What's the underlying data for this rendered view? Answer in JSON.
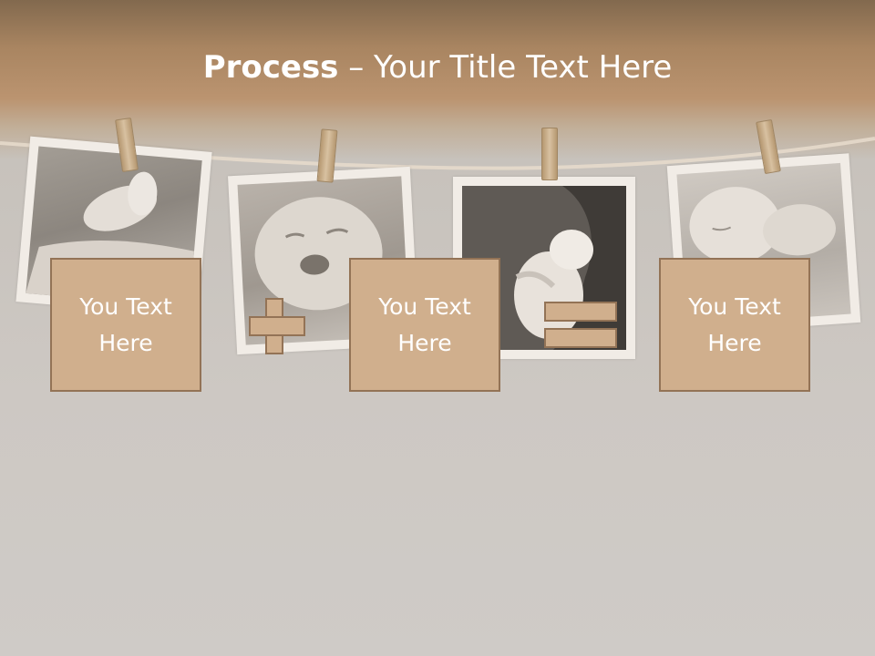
{
  "slide": {
    "title_bold": "Process",
    "title_rest": " – Your Title Text Here"
  },
  "boxes": [
    {
      "line1": "You Text",
      "line2": "Here"
    },
    {
      "line1": "You Text",
      "line2": "Here"
    },
    {
      "line1": "You Text",
      "line2": "Here"
    }
  ],
  "operators": [
    "plus",
    "equals"
  ],
  "colors": {
    "header_brown": "#a98561",
    "box_fill": "#d0af8d",
    "box_border": "#937356",
    "background": "#cbc6c1",
    "text": "#ffffff"
  }
}
